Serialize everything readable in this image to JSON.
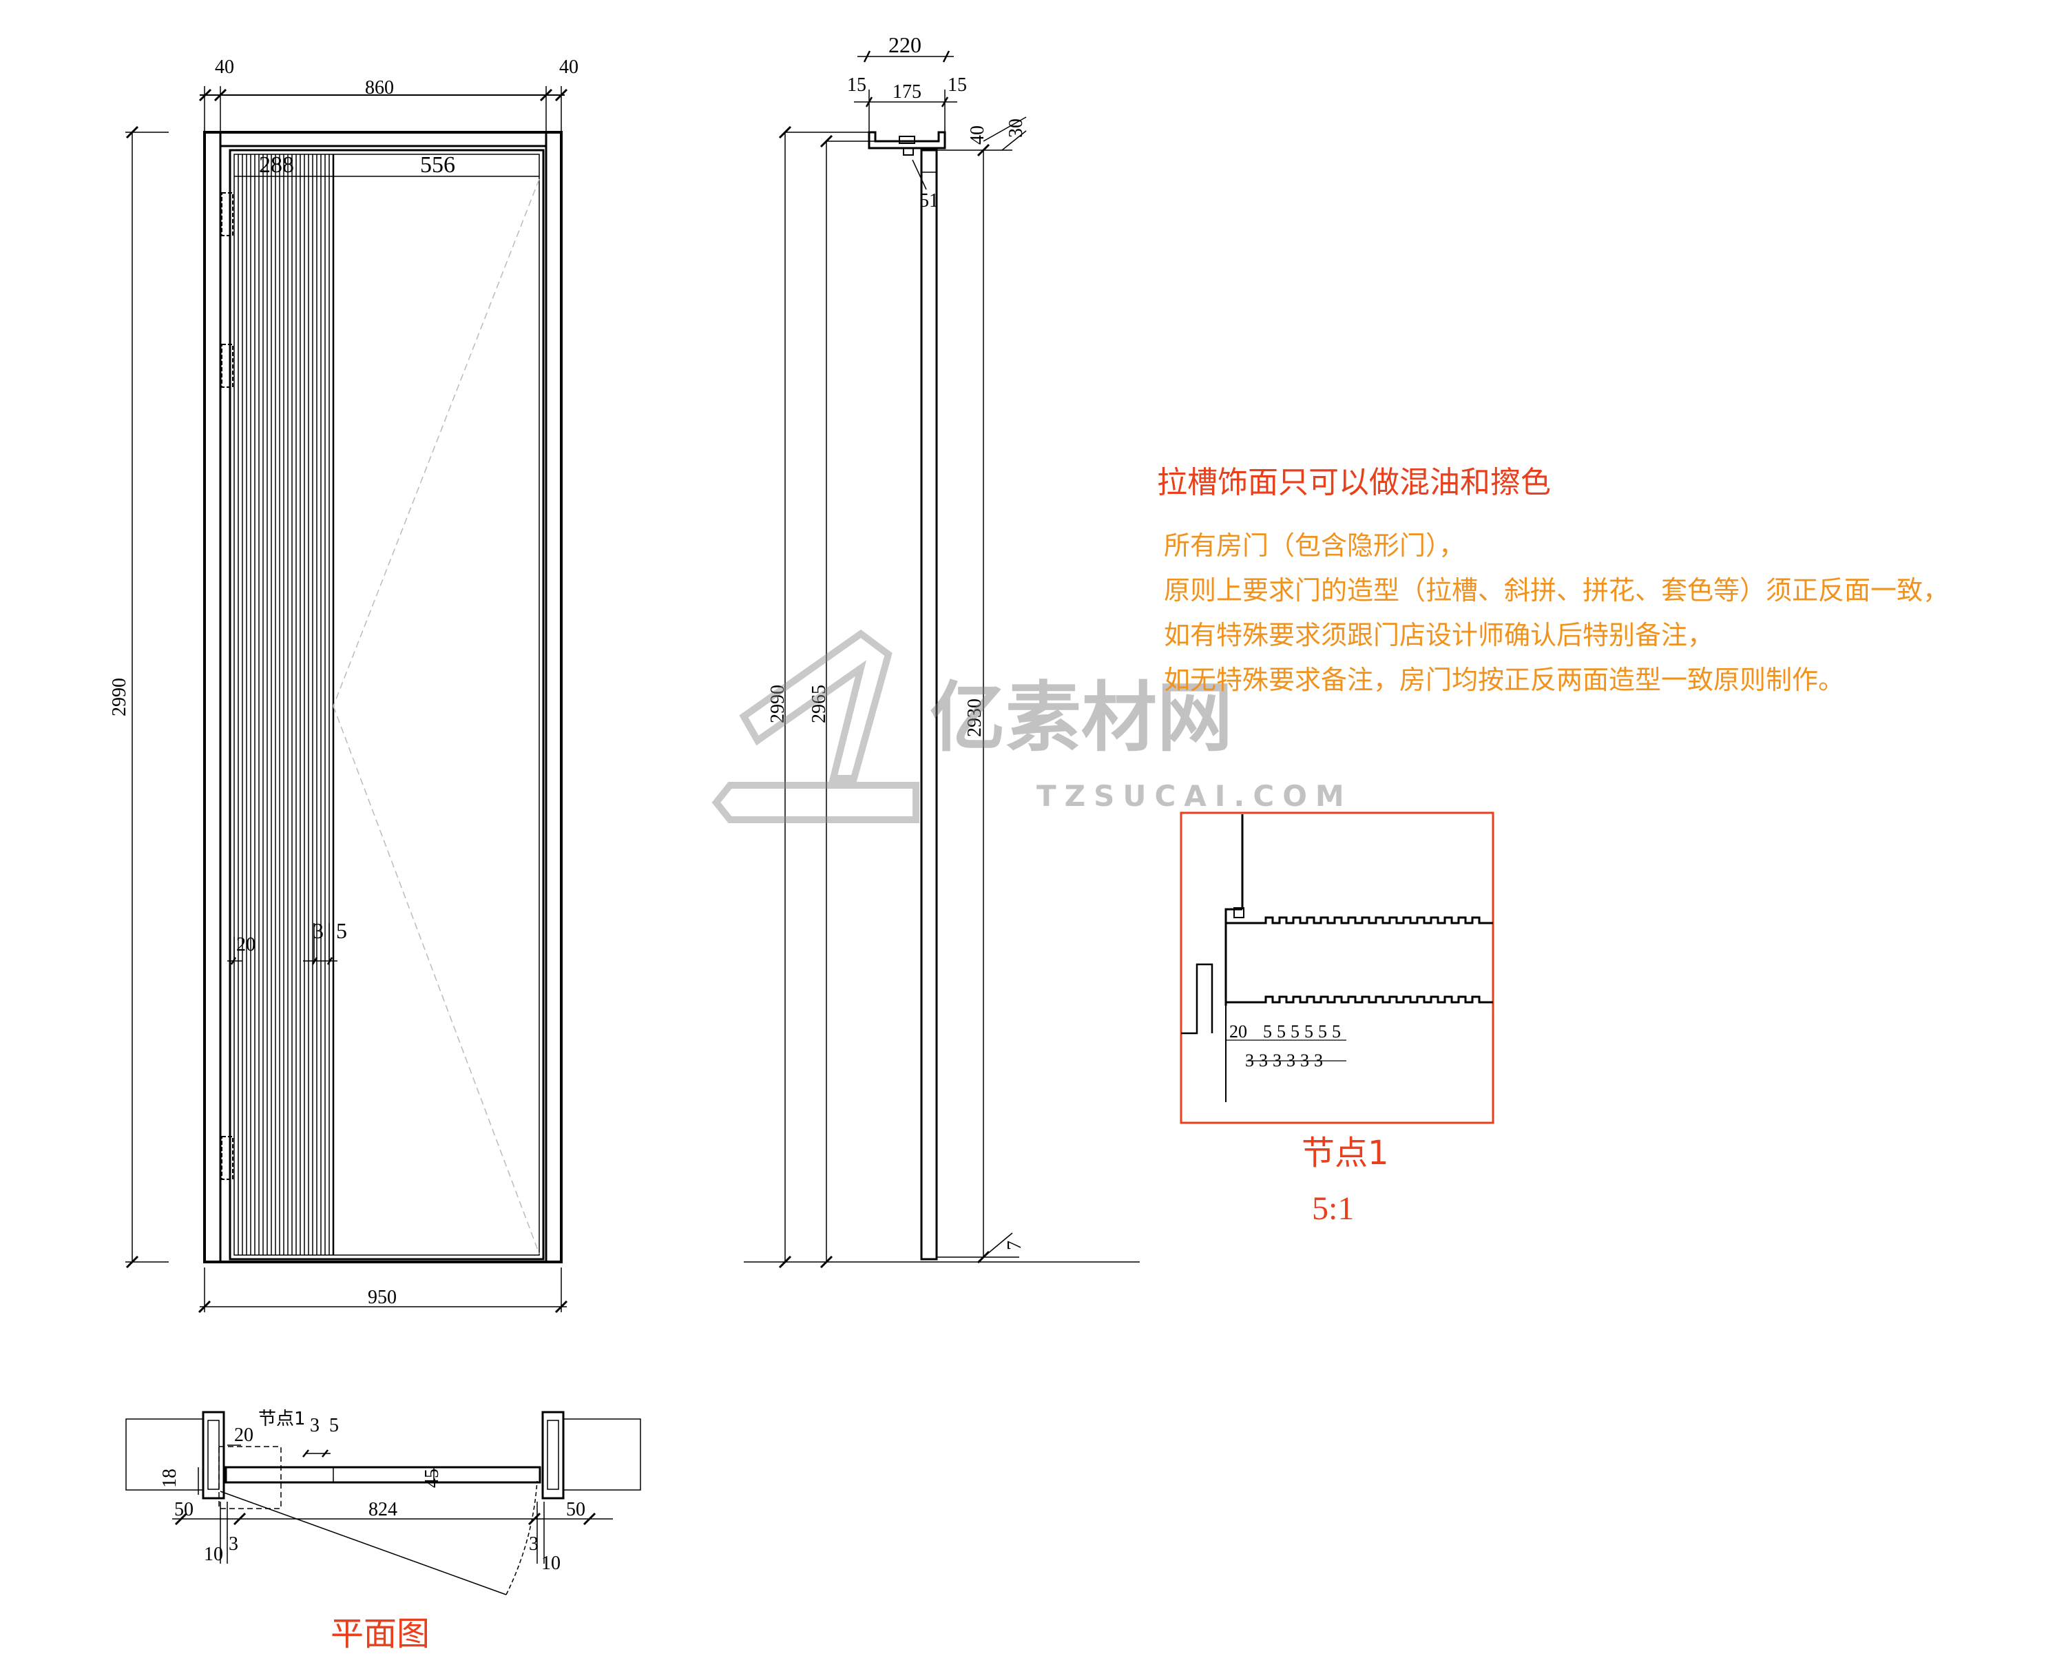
{
  "front_elevation": {
    "top_dims": [
      "40",
      "860",
      "40"
    ],
    "inner_dims": [
      "288",
      "556"
    ],
    "height": "2990",
    "width": "950",
    "groove_dims": [
      "20",
      "3",
      "5"
    ]
  },
  "side_section": {
    "top_width": "220",
    "sub_dims": [
      "15",
      "175",
      "15"
    ],
    "frame_dims": [
      "40",
      "30"
    ],
    "leaf_thickness": "51",
    "heights": [
      "2990",
      "2965",
      "2930"
    ],
    "bottom_gap": "7"
  },
  "notes": {
    "title": "拉槽饰面只可以做混油和擦色",
    "lines": [
      "所有房门（包含隐形门），",
      "原则上要求门的造型（拉槽、斜拼、拼花、套色等）须正反面一致，",
      "如有特殊要求须跟门店设计师确认后特别备注，",
      "如无特殊要求备注，房门均按正反两面造型一致原则制作。"
    ],
    "title_color": "#e8401c",
    "text_color": "#f0921e"
  },
  "detail": {
    "label": "节点1",
    "scale": "5:1",
    "dims_top": [
      "20",
      "5",
      "5",
      "5",
      "5",
      "5",
      "5"
    ],
    "dims_bottom": [
      "3",
      "3",
      "3",
      "3",
      "3",
      "3"
    ],
    "border_color": "#e8401c"
  },
  "plan": {
    "label": "平面图",
    "detail_ref": "节点1",
    "dims": {
      "groove": [
        "20",
        "3",
        "5"
      ],
      "left_depth": "18",
      "leaf": "45",
      "left_wall": "50",
      "right_wall": "50",
      "width": "824",
      "left_bottom": [
        "10",
        "3"
      ],
      "right_bottom": [
        "3",
        "10"
      ]
    }
  },
  "watermark": {
    "cn": "亿素材网",
    "en": "TZSUCAI.COM"
  }
}
